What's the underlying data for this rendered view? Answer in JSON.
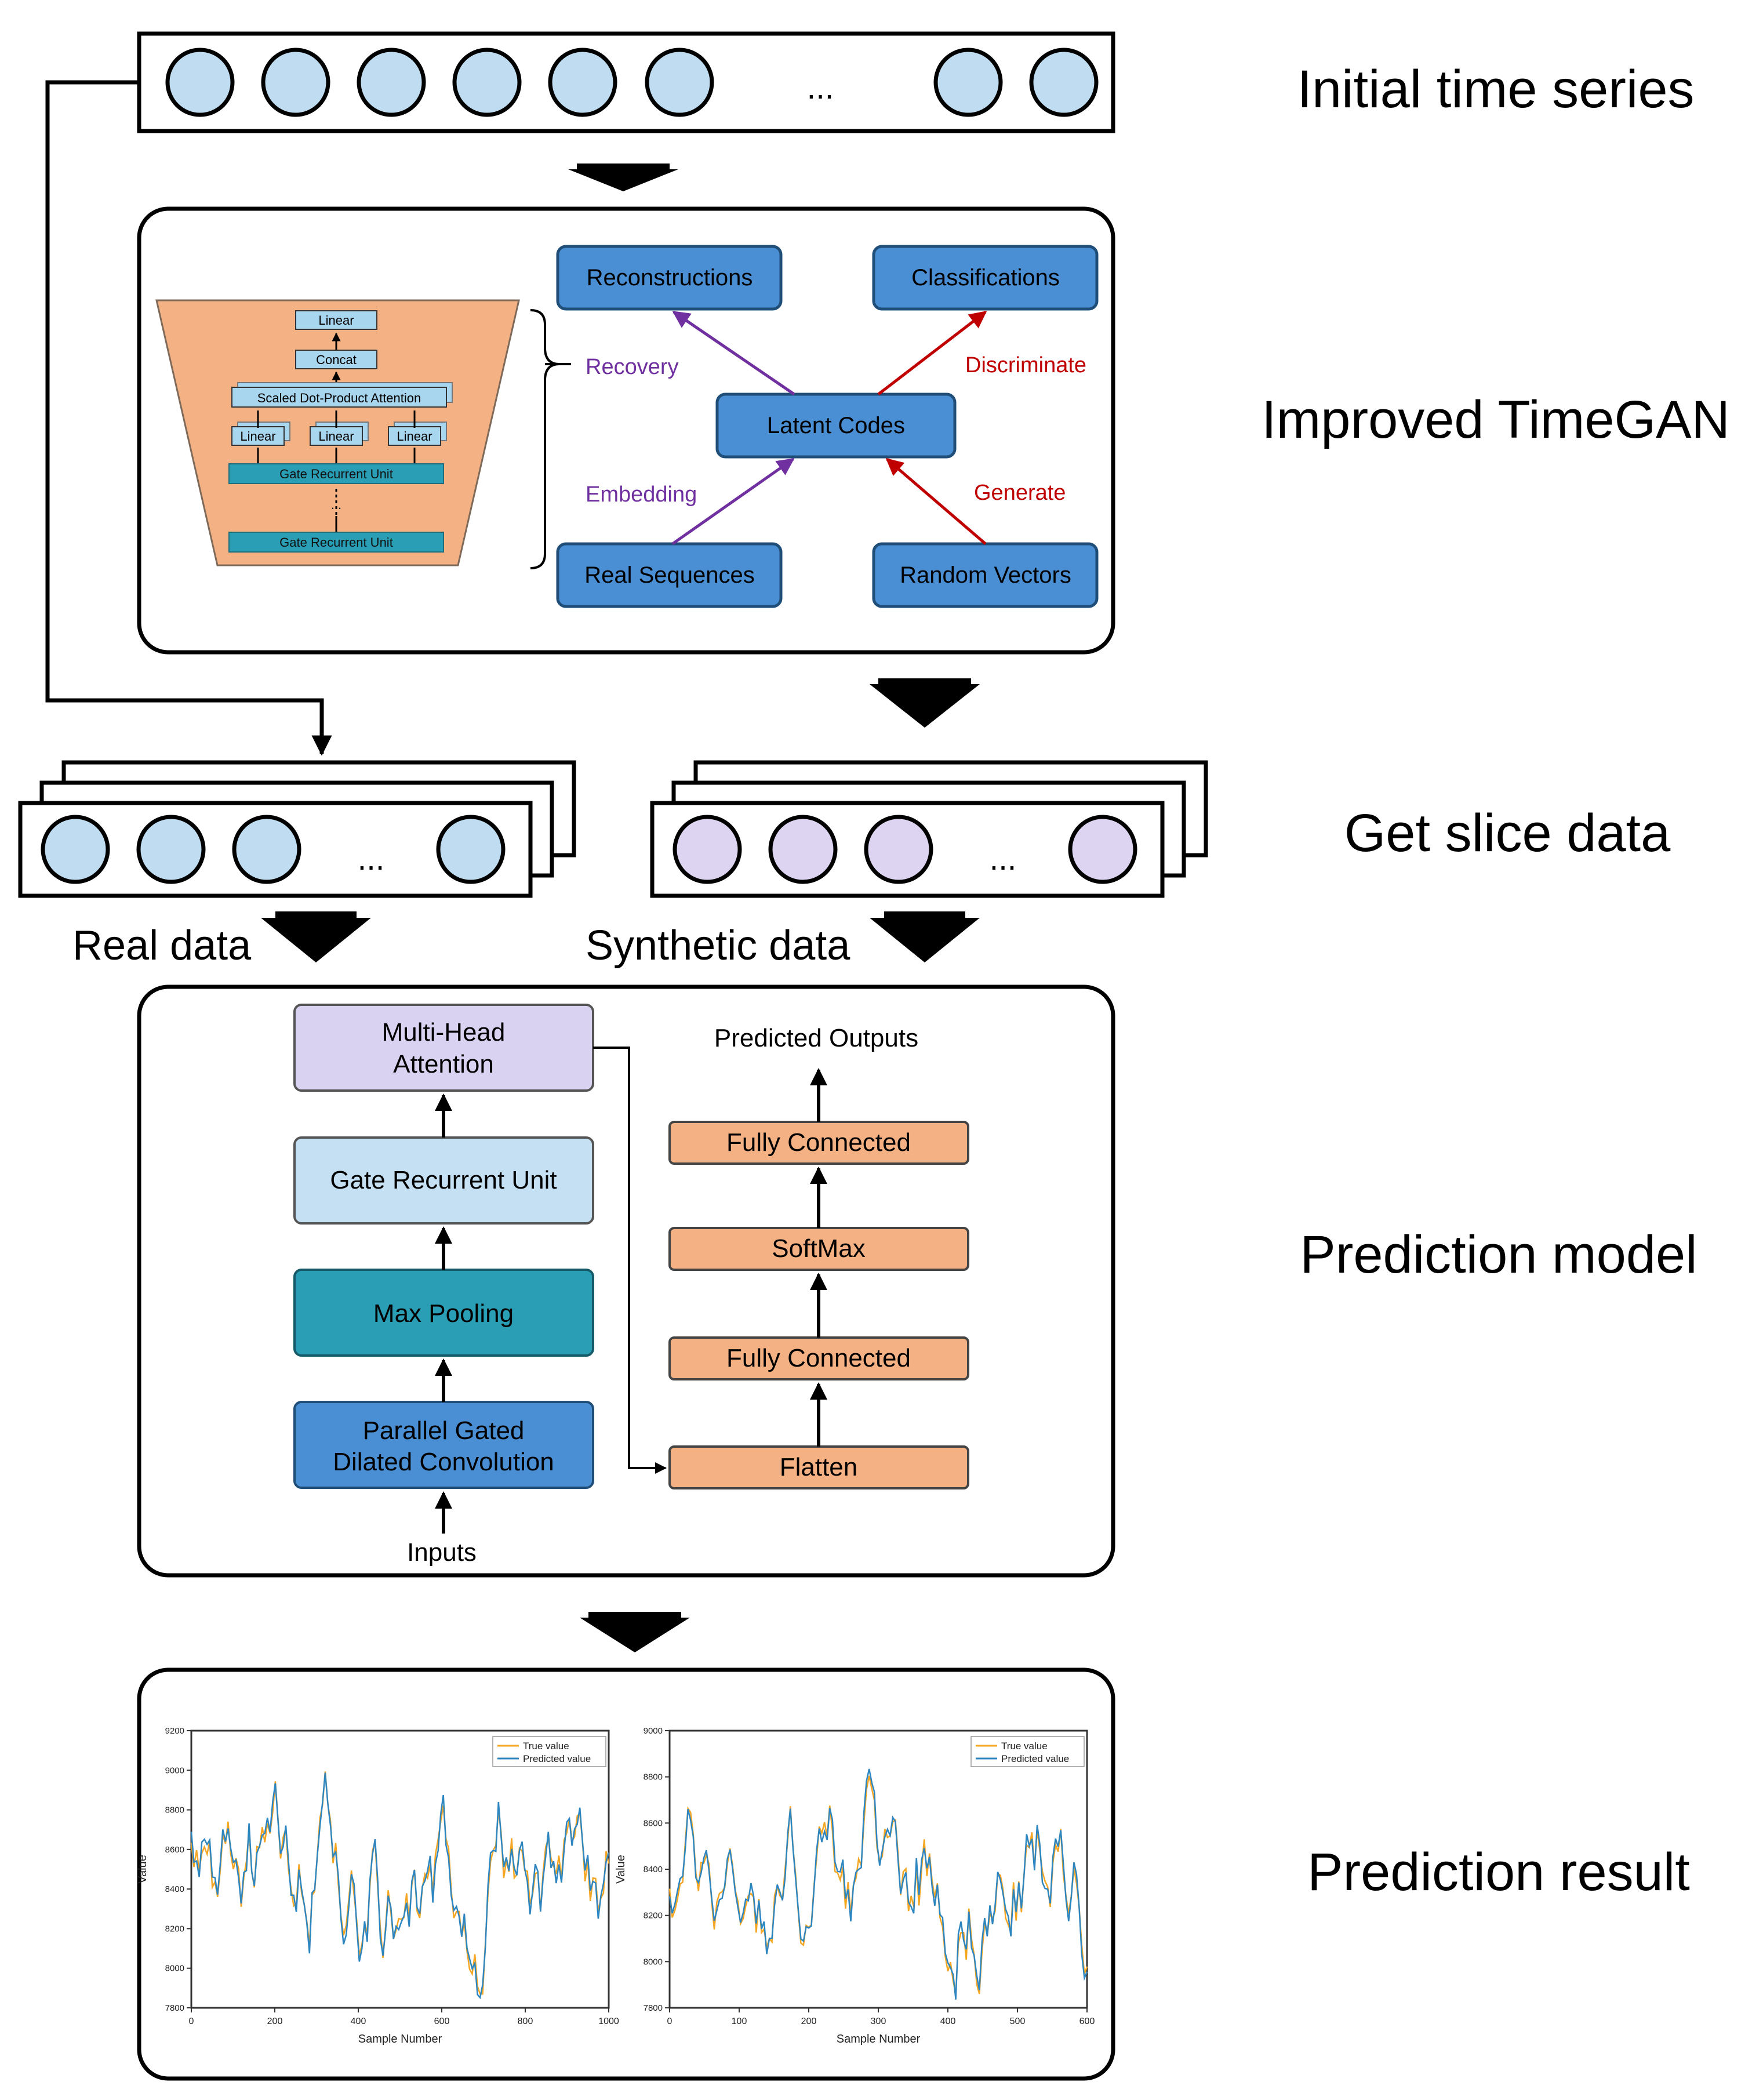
{
  "stages": {
    "initial": "Initial time series",
    "improved": "Improved TimeGAN",
    "slice": "Get slice data",
    "model": "Prediction model",
    "result": "Prediction result"
  },
  "ellipsis": "...",
  "timegan": {
    "encoder_stack": {
      "linear_top": "Linear",
      "concat": "Concat",
      "attention": "Scaled Dot-Product Attention",
      "linear_heads": [
        "Linear",
        "Linear",
        "Linear"
      ],
      "gru_top": "Gate Recurrent Unit",
      "gru_bottom": "Gate Recurrent Unit",
      "dots": "..."
    },
    "nodes": {
      "reconstructions": "Reconstructions",
      "classifications": "Classifications",
      "latent": "Latent Codes",
      "real_sequences": "Real Sequences",
      "random_vectors": "Random Vectors"
    },
    "edges": {
      "recovery": "Recovery",
      "embedding": "Embedding",
      "discriminate": "Discriminate",
      "generate": "Generate"
    },
    "colors": {
      "purple": "#7030a0",
      "red": "#c00000"
    }
  },
  "slice": {
    "real_label": "Real data",
    "synthetic_label": "Synthetic data"
  },
  "model": {
    "mha": [
      "Multi-Head",
      "Attention"
    ],
    "gru": "Gate Recurrent Unit",
    "maxpool": "Max Pooling",
    "pgdc": [
      "Parallel Gated",
      "Dilated Convolution"
    ],
    "inputs": "Inputs",
    "outputs": "Predicted Outputs",
    "fc_top": "Fully Connected",
    "softmax": "SoftMax",
    "fc_bottom": "Fully Connected",
    "flatten": "Flatten"
  },
  "charts": [
    {
      "xlabel": "Sample Number",
      "ylabel": "Value",
      "legend": [
        "True value",
        "Predicted value"
      ],
      "xticks": [
        "0",
        "200",
        "400",
        "600",
        "800",
        "1000"
      ],
      "yticks": [
        "7800",
        "8000",
        "8200",
        "8400",
        "8600",
        "8800",
        "9000",
        "9200"
      ]
    },
    {
      "xlabel": "Sample Number",
      "ylabel": "Value",
      "legend": [
        "True value",
        "Predicted value"
      ],
      "xticks": [
        "0",
        "100",
        "200",
        "300",
        "400",
        "500",
        "600"
      ],
      "yticks": [
        "7800",
        "8000",
        "8200",
        "8400",
        "8600",
        "8800",
        "9000"
      ]
    }
  ],
  "colors": {
    "circle_blue": "#c0dcf0",
    "circle_purple": "#dcd4f0",
    "box_blue": "#4a8fd4",
    "box_light": "#c5e0f3",
    "box_teal": "#2a9eb5",
    "box_lavender": "#d9d2f0",
    "box_orange": "#f4b183",
    "trapezoid": "#f4b183",
    "true_line": "#f5a623",
    "pred_line": "#2e86c1"
  }
}
